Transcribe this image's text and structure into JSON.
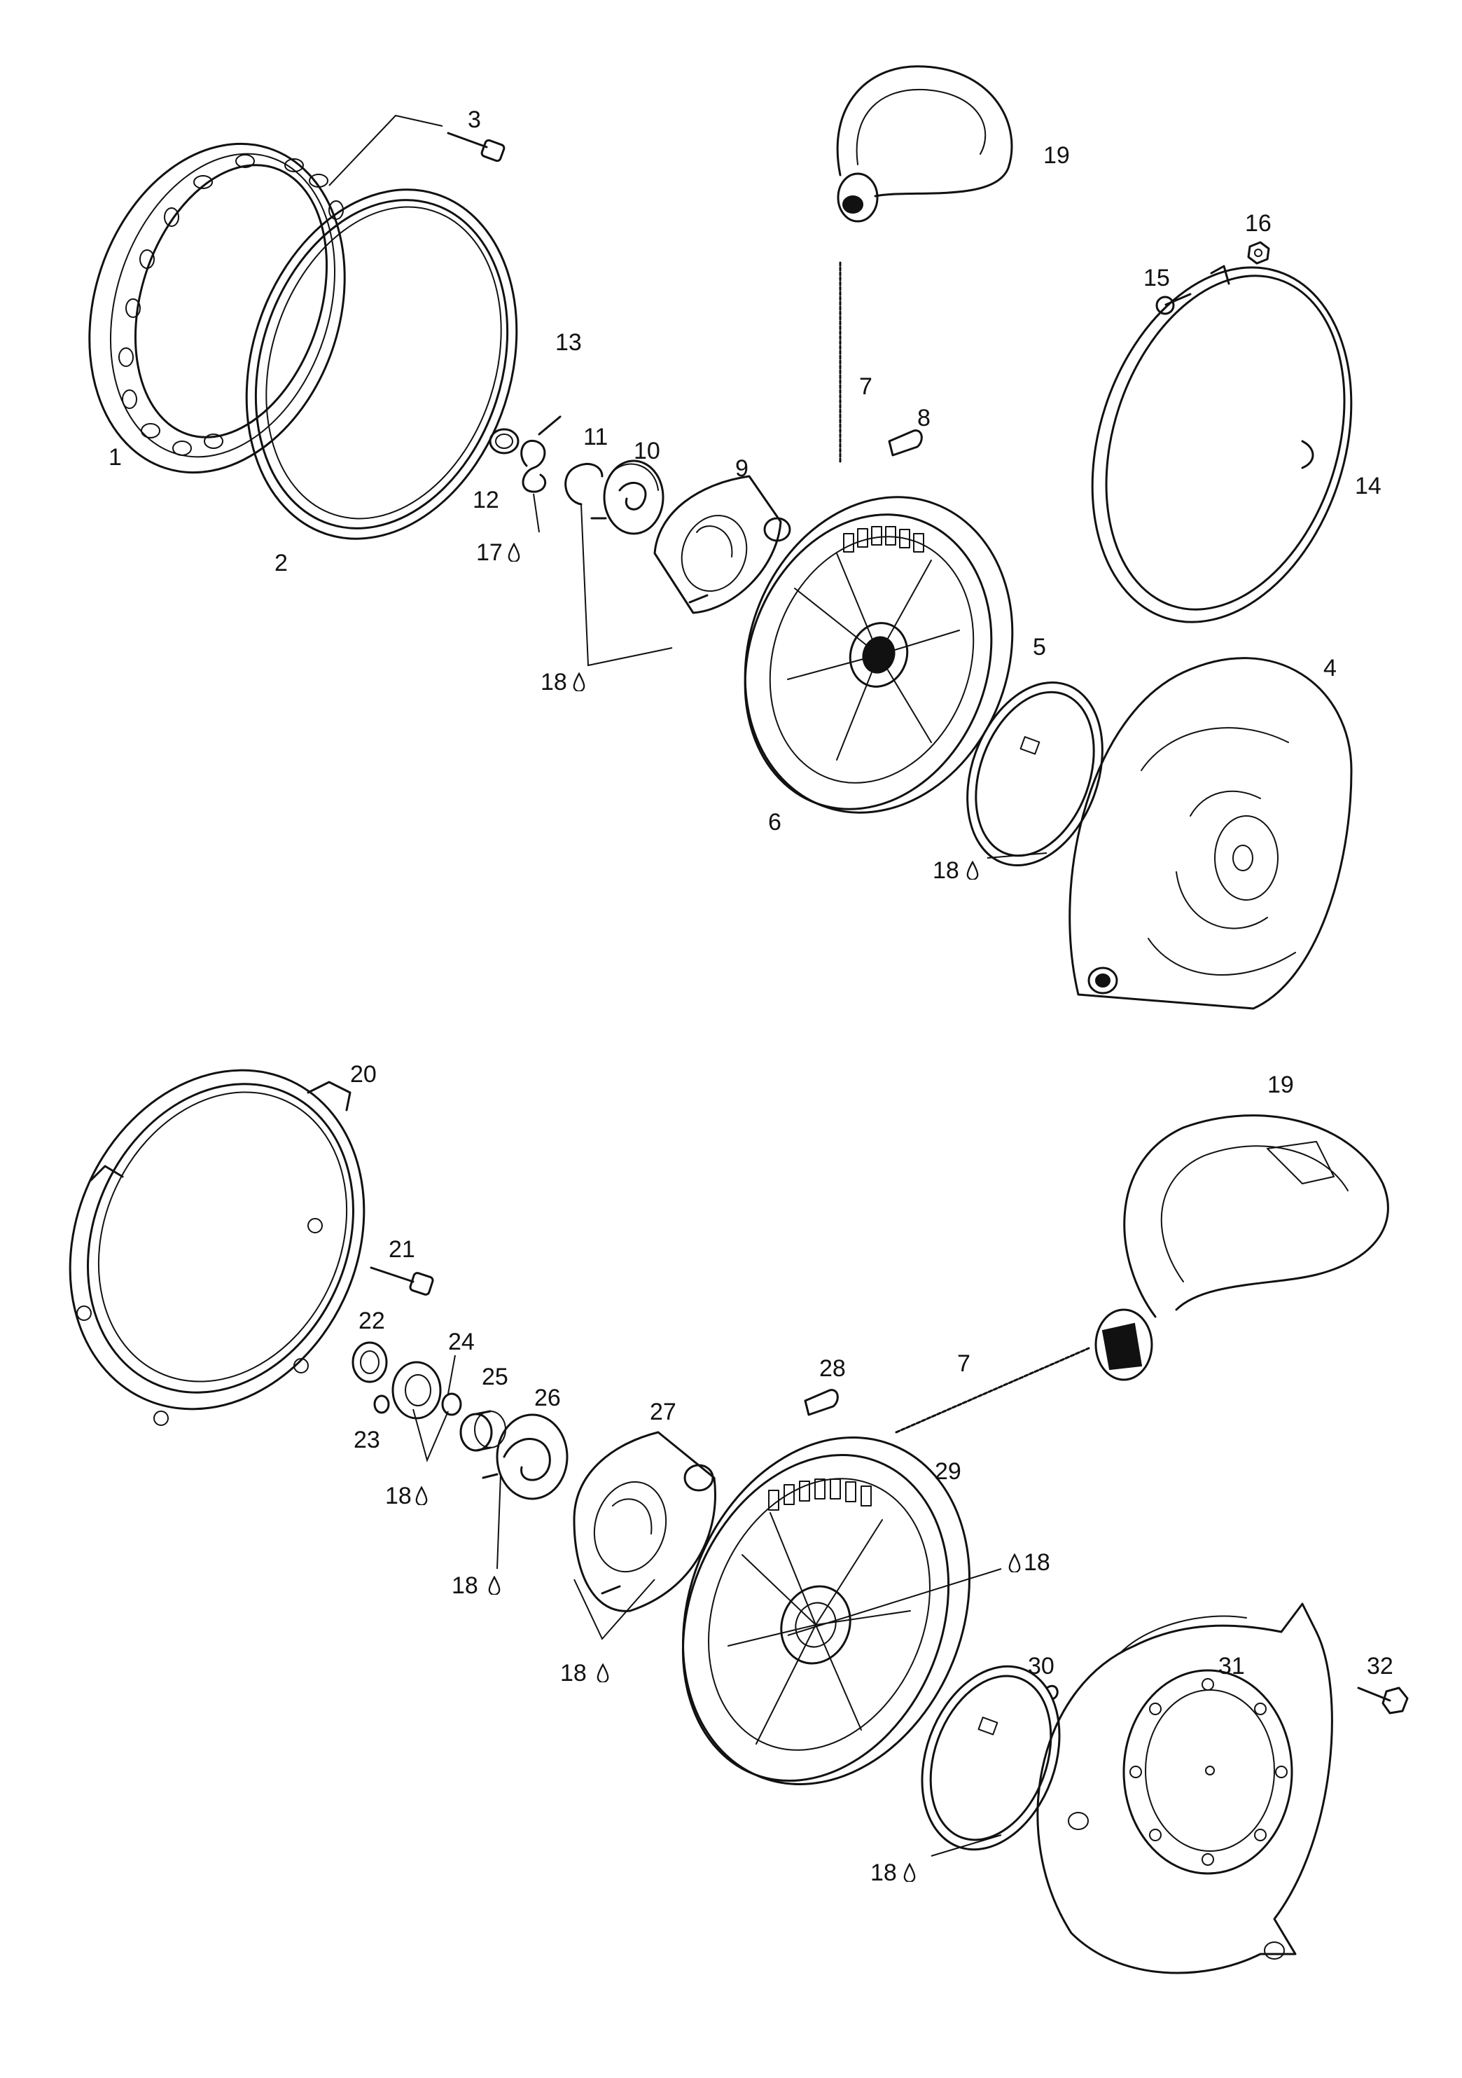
{
  "labels": {
    "p1": "1",
    "p2": "2",
    "p3": "3",
    "p4": "4",
    "p5": "5",
    "p6": "6",
    "p7a": "7",
    "p8": "8",
    "p9": "9",
    "p10": "10",
    "p11": "11",
    "p12": "12",
    "p13": "13",
    "p14": "14",
    "p15": "15",
    "p16": "16",
    "p17": "17",
    "p18a": "18",
    "p18b": "18",
    "p19a": "19",
    "p20": "20",
    "p21": "21",
    "p22": "22",
    "p23": "23",
    "p24": "24",
    "p25": "25",
    "p26": "26",
    "p27": "27",
    "p7b": "7",
    "p28": "28",
    "p29": "29",
    "p18c": "18",
    "p18d": "18",
    "p18e": "18",
    "p18f": "18",
    "p18g": "18",
    "p19b": "19",
    "p30": "30",
    "p31": "31",
    "p32": "32"
  },
  "icons": {
    "lubricant": "oil-drop-icon"
  }
}
